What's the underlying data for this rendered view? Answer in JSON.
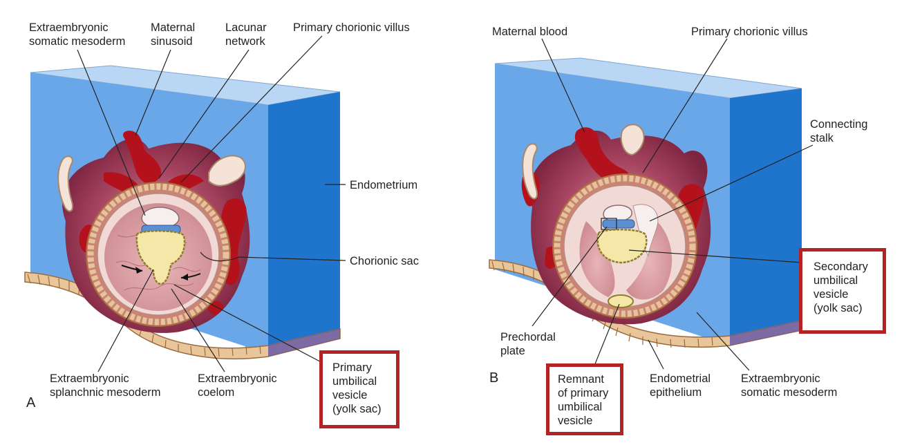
{
  "panel_a": {
    "letter": "A",
    "labels": {
      "extraembryonic_somatic_mesoderm": "Extraembryonic\nsomatic mesoderm",
      "maternal_sinusoid": "Maternal\nsinusoid",
      "lacunar_network": "Lacunar\nnetwork",
      "primary_chorionic_villus": "Primary chorionic villus",
      "endometrium": "Endometrium",
      "chorionic_sac": "Chorionic sac",
      "extraembryonic_splanchnic_mesoderm": "Extraembryonic\nsplanchnic mesoderm",
      "extraembryonic_coelom": "Extraembryonic\ncoelom",
      "primary_umbilical_vesicle": "Primary\numbilical\nvesicle\n(yolk sac)"
    }
  },
  "panel_b": {
    "letter": "B",
    "labels": {
      "maternal_blood": "Maternal blood",
      "primary_chorionic_villus": "Primary chorionic villus",
      "connecting_stalk": "Connecting\nstalk",
      "secondary_umbilical_vesicle": "Secondary\numbilical\nvesicle\n(yolk sac)",
      "prechordal_plate": "Prechordal\nplate",
      "remnant_primary_umbilical_vesicle": "Remnant\nof primary\numbilical\nvesicle",
      "endometrial_epithelium": "Endometrial\nepithelium",
      "extraembryonic_somatic_mesoderm": "Extraembryonic\nsomatic mesoderm"
    }
  },
  "colors": {
    "endometrium_face": "#6aa7e8",
    "endometrium_side": "#1f74cc",
    "endometrium_top": "#b9d6f4",
    "trophoblast": "#8a2c48",
    "maternal_blood": "#b3121c",
    "highlight_box": "#b42323"
  }
}
